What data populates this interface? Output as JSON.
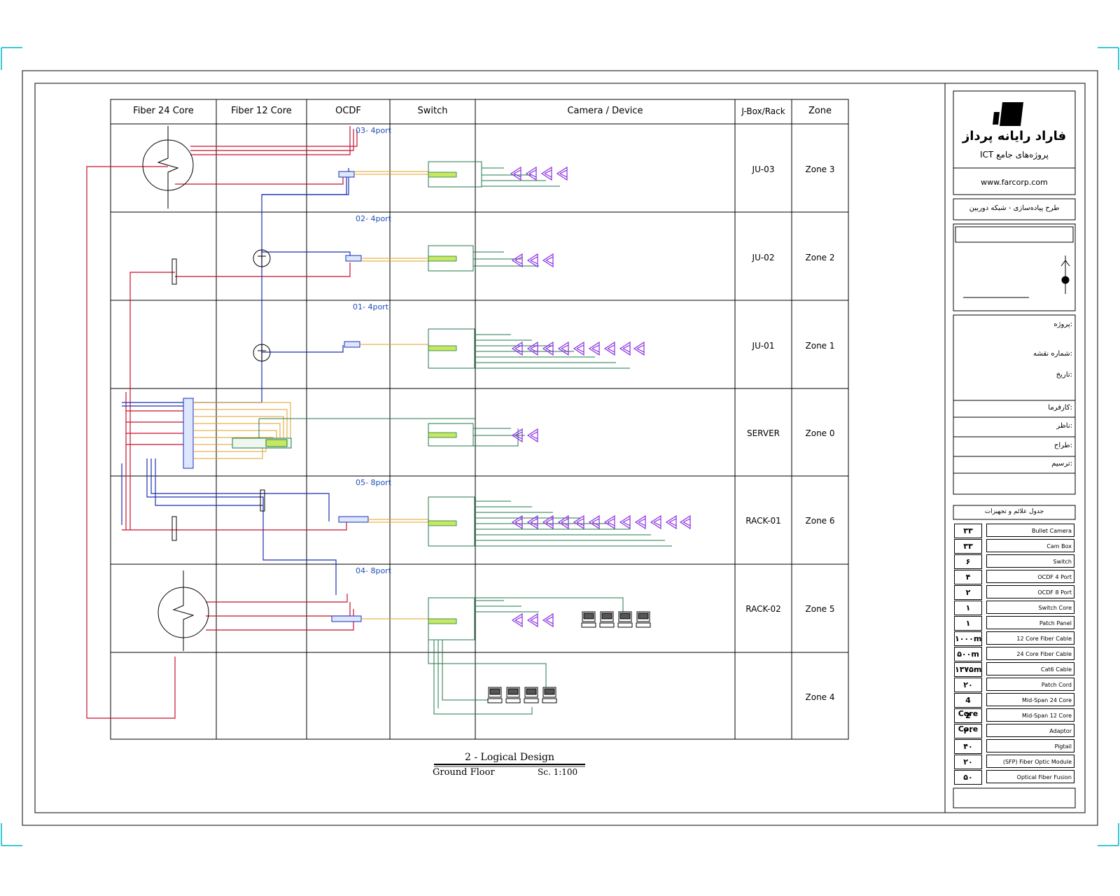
{
  "columns": [
    "Fiber 24 Core",
    "Fiber 12 Core",
    "OCDF",
    "Switch",
    "Camera / Device",
    "J-Box/Rack",
    "Zone"
  ],
  "rows": [
    {
      "jbox": "JU-03",
      "zone": "Zone 3",
      "port": "03- 4port"
    },
    {
      "jbox": "JU-02",
      "zone": "Zone 2",
      "port": "02- 4port"
    },
    {
      "jbox": "JU-01",
      "zone": "Zone 1",
      "port": "01- 4port"
    },
    {
      "jbox": "SERVER",
      "zone": "Zone 0",
      "port": ""
    },
    {
      "jbox": "RACK-01",
      "zone": "Zone 6",
      "port": "05- 8port"
    },
    {
      "jbox": "RACK-02",
      "zone": "Zone 5",
      "port": "04- 8port"
    },
    {
      "jbox": "",
      "zone": "Zone 4",
      "port": ""
    }
  ],
  "drawing_title": "2 - Logical Design",
  "drawing_subtitle": "Ground Floor",
  "scale": "Sc. 1:100",
  "titleblock": {
    "company": "فاراد رایانه پرداز",
    "company_sub": "ICT پروژه‌های جامع",
    "website": "www.farcorp.com",
    "project": "طرح پیاده‌سازی - شبکه دوربین",
    "fields": [
      "پروژه:",
      "شماره نقشه:",
      "تاریخ:",
      "کارفرما:",
      "ناظر:",
      "طراح:",
      "ترسیم:"
    ],
    "legend_title": "جدول علائم و تجهیزات"
  },
  "legend": [
    {
      "qty": "۳۳",
      "name": "Bullet Camera"
    },
    {
      "qty": "۳۳",
      "name": "Cam Box"
    },
    {
      "qty": "۶",
      "name": "Switch"
    },
    {
      "qty": "۴",
      "name": "OCDF 4 Port"
    },
    {
      "qty": "۲",
      "name": "OCDF 8 Port"
    },
    {
      "qty": "۱",
      "name": "Switch Core"
    },
    {
      "qty": "۱",
      "name": "Patch Panel"
    },
    {
      "qty": "۱۰۰۰m",
      "name": "12 Core Fiber Cable"
    },
    {
      "qty": "۵۰۰m",
      "name": "24 Core Fiber Cable"
    },
    {
      "qty": "۱۳۷۵m",
      "name": "Cat6 Cable"
    },
    {
      "qty": "۲۰",
      "name": "Patch Cord"
    },
    {
      "qty": "4 Core",
      "name": "Mid-Span 24 Core"
    },
    {
      "qty": "2 Core",
      "name": "Mid-Span 12 Core"
    },
    {
      "qty": "۲۰",
      "name": "Adaptor"
    },
    {
      "qty": "۴۰",
      "name": "Pigtail"
    },
    {
      "qty": "۲۰",
      "name": "(SFP) Fiber Optic Module"
    },
    {
      "qty": "۵۰",
      "name": "Optical Fiber Fusion"
    }
  ],
  "colors": {
    "fiber24": "#c8102e",
    "fiber12": "#1a2fb3",
    "cat6": "#1f7a4a",
    "patch": "#e0a020",
    "camera": "#8a2be2",
    "port": "#1e4fb8"
  }
}
